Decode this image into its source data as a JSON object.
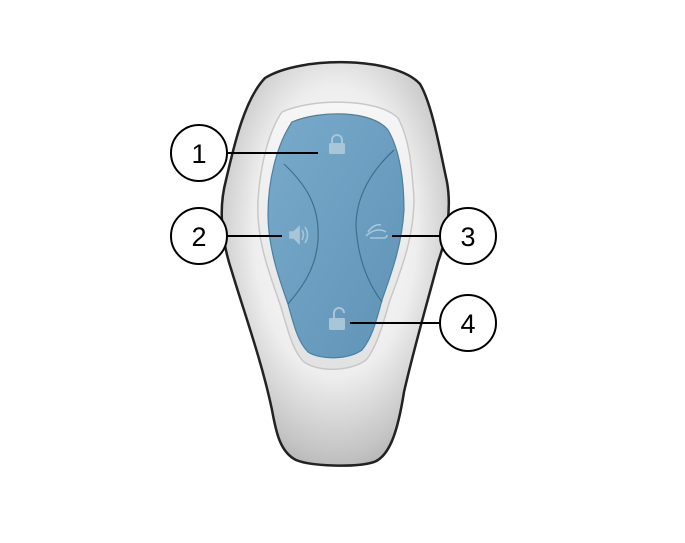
{
  "figure": {
    "callouts": [
      {
        "number": "1",
        "target": "lock-button"
      },
      {
        "number": "2",
        "target": "horn-button"
      },
      {
        "number": "3",
        "target": "trunk-button"
      },
      {
        "number": "4",
        "target": "unlock-button"
      }
    ],
    "buttons": [
      {
        "name": "lock-button",
        "icon": "lock-icon"
      },
      {
        "name": "horn-button",
        "icon": "horn-icon"
      },
      {
        "name": "trunk-button",
        "icon": "trunk-icon"
      },
      {
        "name": "unlock-button",
        "icon": "unlock-icon"
      }
    ],
    "colors": {
      "body_outline": "#222222",
      "body_fill": "#d9d9d9",
      "panel_fill": "#6a9fc0",
      "panel_edge": "#4d7f9f",
      "icon_color": "#a9c6d9",
      "callout_stroke": "#000000"
    }
  }
}
